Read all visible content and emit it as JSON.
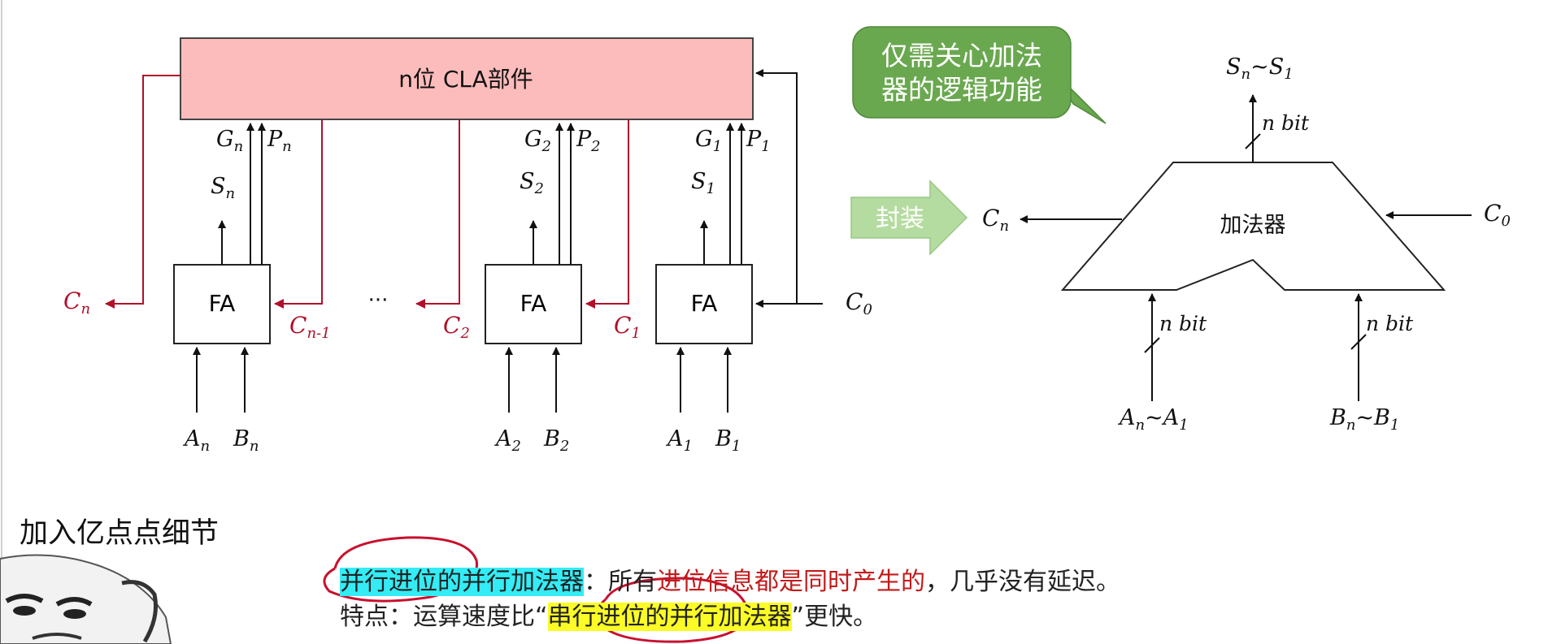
{
  "diagram": {
    "cla_unit_label": "n位 CLA部件",
    "fa_label": "FA",
    "ellipsis": "···",
    "bit_n": {
      "g": "G",
      "g_sub": "n",
      "p": "P",
      "p_sub": "n",
      "s": "S",
      "s_sub": "n",
      "a": "A",
      "a_sub": "n",
      "b": "B",
      "b_sub": "n",
      "carry_out": "C",
      "carry_out_sub": "n",
      "carry_in": "C",
      "carry_in_sub": "n-1"
    },
    "bit_2": {
      "g": "G",
      "g_sub": "2",
      "p": "P",
      "p_sub": "2",
      "s": "S",
      "s_sub": "2",
      "a": "A",
      "a_sub": "2",
      "b": "B",
      "b_sub": "2",
      "carry_out": "C",
      "carry_out_sub": "2",
      "carry_in": "C",
      "carry_in_sub": "1"
    },
    "bit_1": {
      "g": "G",
      "g_sub": "1",
      "p": "P",
      "p_sub": "1",
      "s": "S",
      "s_sub": "1",
      "a": "A",
      "a_sub": "1",
      "b": "B",
      "b_sub": "1",
      "carry_in": "C",
      "carry_in_sub": "0"
    },
    "encapsulate_label": "封装",
    "callout_line1": "仅需关心加法",
    "callout_line2": "器的逻辑功能",
    "adder_label": "加法器",
    "adder_sum": "S",
    "adder_sum_sub1": "n",
    "adder_sum_sep": "~S",
    "adder_sum_sub2": "1",
    "adder_bits_top": "n bit",
    "adder_bits_a": "n bit",
    "adder_bits_b": "n bit",
    "adder_cout": "C",
    "adder_cout_sub": "n",
    "adder_cin": "C",
    "adder_cin_sub": "0",
    "adder_a": "A",
    "adder_a_sub1": "n",
    "adder_a_sep": "~A",
    "adder_a_sub2": "1",
    "adder_b": "B",
    "adder_b_sub1": "n",
    "adder_b_sep": "~B",
    "adder_b_sub2": "1"
  },
  "overlay": {
    "meme_title": "加入亿点点细节"
  },
  "description": {
    "line1_highlight": "并行进位的并行加法器",
    "line1_colon": "：所有",
    "line1_red": "进位信息都是同时产生的",
    "line1_rest": "，几乎没有延迟。",
    "line2_prefix": "特点：运算速度比“",
    "line2_highlight": "串行进位的并行加法器",
    "line2_suffix": "”更快。"
  },
  "colors": {
    "cla_fill": "#fdbcbc",
    "carry_red": "#b0102a",
    "callout_green": "#70ad47",
    "arrow_green": "#b5dca0",
    "highlight_cyan": "#33ecf5",
    "highlight_yellow": "#fbfb26"
  }
}
